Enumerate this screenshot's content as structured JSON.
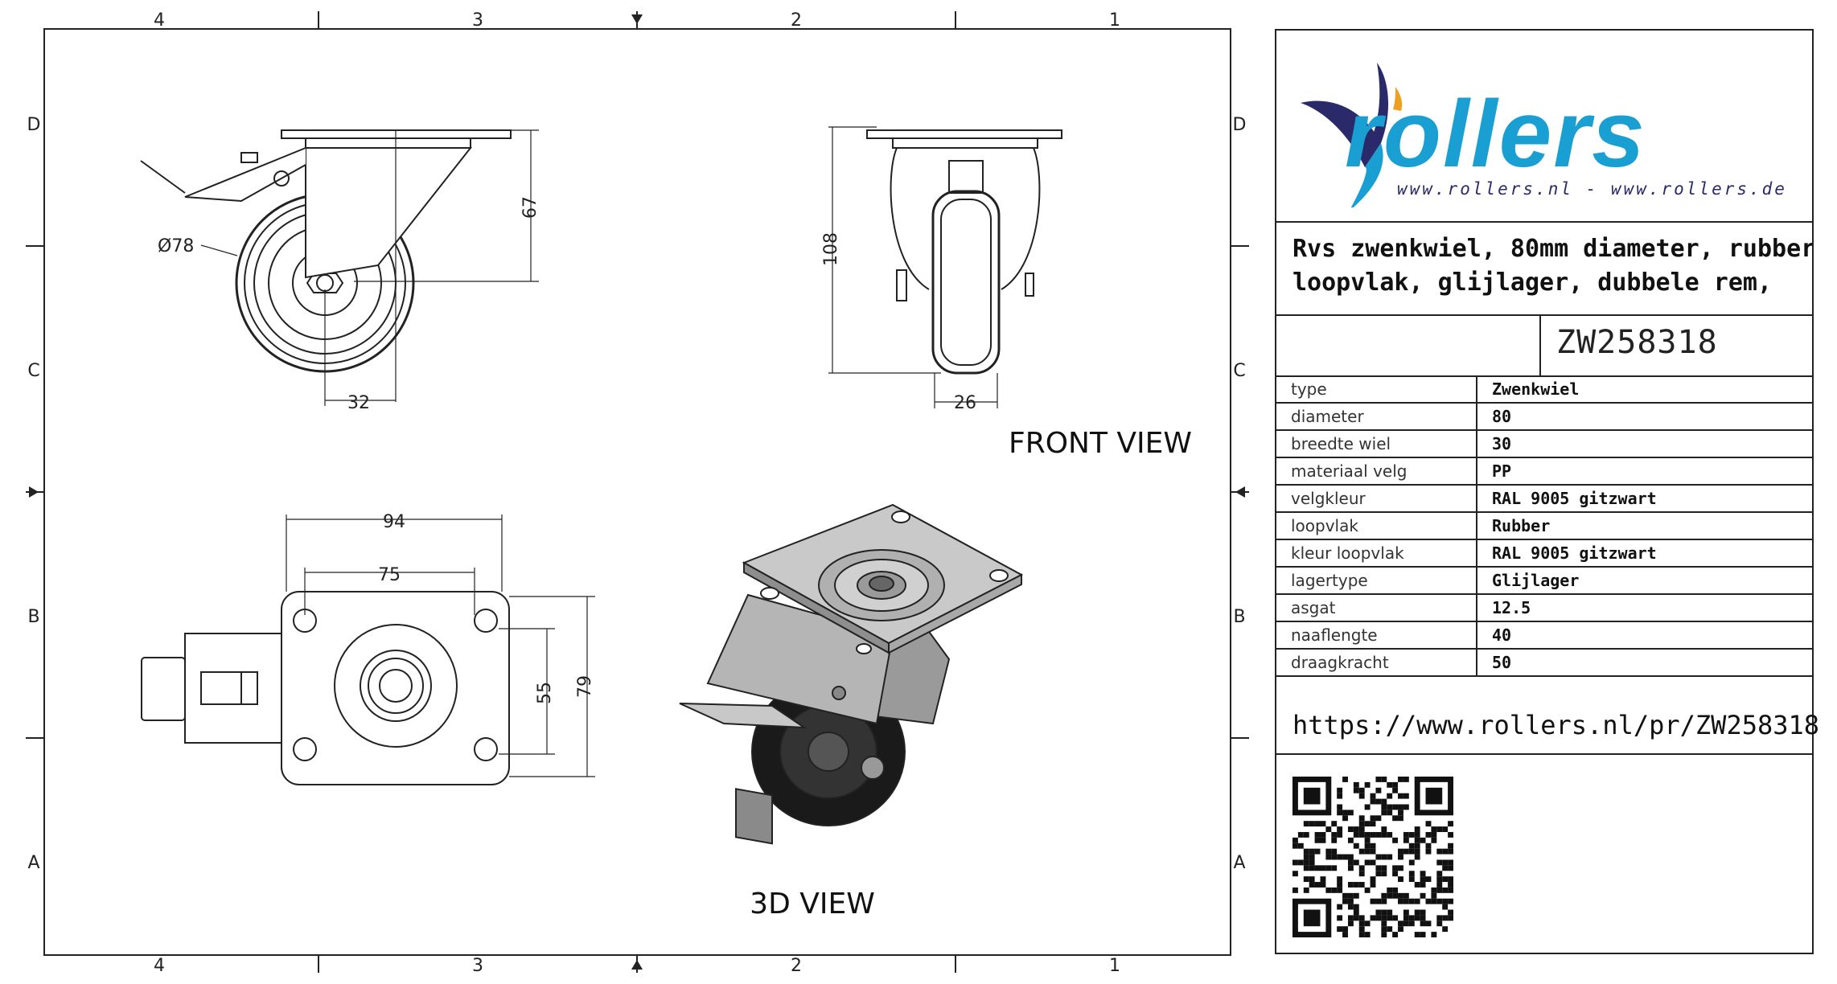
{
  "frame": {
    "columns": [
      "4",
      "3",
      "2",
      "1"
    ],
    "rows": [
      "D",
      "C",
      "B",
      "A"
    ]
  },
  "views": {
    "front_label": "FRONT VIEW",
    "view3d_label": "3D VIEW"
  },
  "dimensions": {
    "side_diameter": "Ø78",
    "side_height": "67",
    "side_offset": "32",
    "front_height": "108",
    "front_width": "26",
    "top_plate_width": "94",
    "top_hole_spacing_x": "75",
    "top_hole_spacing_y": "55",
    "top_plate_height": "79"
  },
  "titleblock": {
    "logo": {
      "word": "rollers",
      "sites": "www.rollers.nl  -  www.rollers.de",
      "brand_color": "#1a9fd2",
      "bird_dark": "#2a2a6a",
      "bird_accent": "#f0a020"
    },
    "description": "Rvs zwenkwiel, 80mm diameter, rubber\nloopvlak, glijlager, dubbele rem,",
    "code": "ZW258318",
    "specs": [
      {
        "key": "type",
        "value": "Zwenkwiel"
      },
      {
        "key": "diameter",
        "value": "80"
      },
      {
        "key": "breedte wiel",
        "value": "30"
      },
      {
        "key": "materiaal velg",
        "value": "PP"
      },
      {
        "key": "velgkleur",
        "value": "RAL 9005 gitzwart"
      },
      {
        "key": "loopvlak",
        "value": "Rubber"
      },
      {
        "key": "kleur loopvlak",
        "value": "RAL 9005 gitzwart"
      },
      {
        "key": "lagertype",
        "value": "Glijlager"
      },
      {
        "key": "asgat",
        "value": "12.5"
      },
      {
        "key": "naaflengte",
        "value": "40"
      },
      {
        "key": "draagkracht",
        "value": "50"
      }
    ],
    "url": "https://www.rollers.nl/pr/ZW258318",
    "qr_icon": "qr-code-icon"
  }
}
